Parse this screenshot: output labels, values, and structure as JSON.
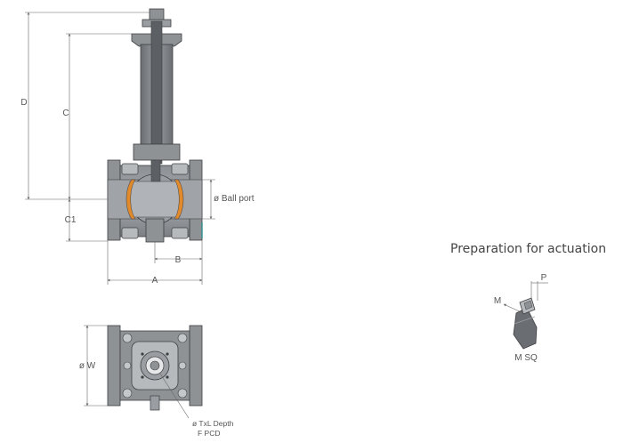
{
  "labels": {
    "dim_D": "D",
    "dim_C": "C",
    "dim_C1": "C1",
    "dim_B": "B",
    "dim_A": "A",
    "ball_port": "ø Ball port",
    "dim_W": "ø W",
    "depth_note": "ø TxL Depth",
    "pcd_note": "F PCD",
    "actuation_title": "Preparation for actuation",
    "dim_P": "P",
    "dim_M": "M",
    "msq": "M SQ"
  },
  "colors": {
    "dark_steel": "#707377",
    "mid_steel": "#8f9295",
    "light_steel": "#b7babd",
    "outline": "#3d3f42",
    "seat_orange": "#e08a2c",
    "dim_line": "#666666",
    "accent_teal": "#2e8b8b"
  }
}
